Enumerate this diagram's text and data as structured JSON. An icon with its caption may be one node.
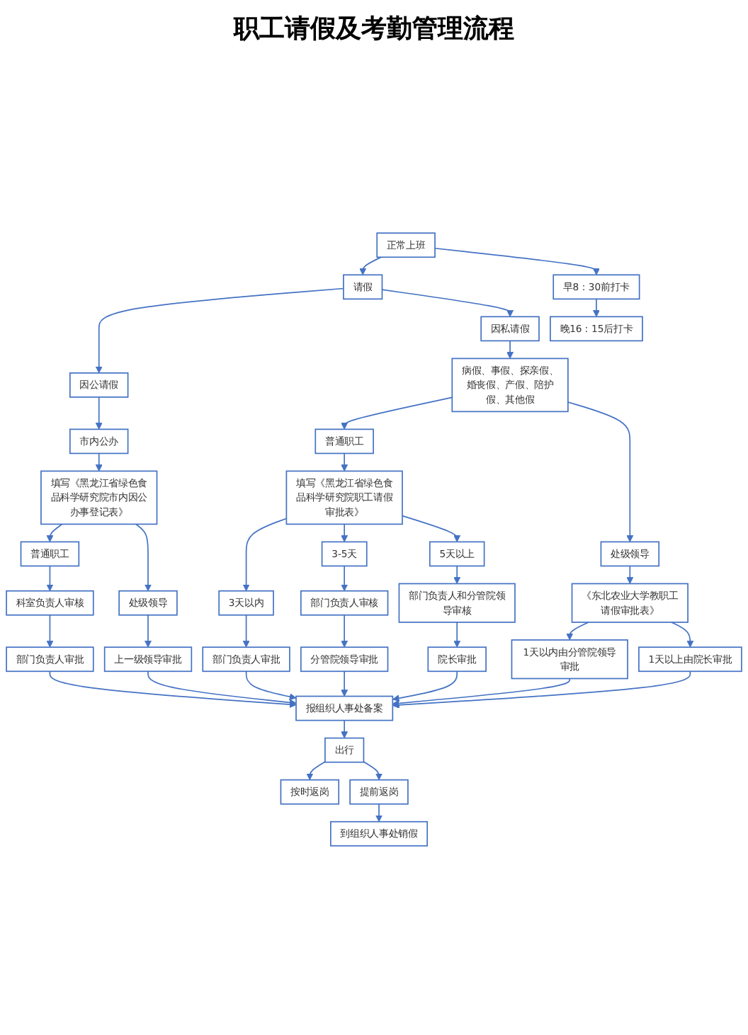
{
  "diagram": {
    "title": "职工请假及考勤管理流程",
    "nodes": [
      {
        "text": [
          "正常上班"
        ]
      },
      {
        "text": [
          "早8：30前打卡"
        ]
      },
      {
        "text": [
          "晚16：15后打卡"
        ]
      },
      {
        "text": [
          "请假"
        ]
      },
      {
        "text": [
          "因公请假"
        ]
      },
      {
        "text": [
          "因私请假"
        ]
      },
      {
        "text": [
          "市内公办"
        ]
      },
      {
        "text": [
          "病假、事假、探亲假、婚丧假、产假、陪护假、其他假"
        ]
      },
      {
        "text": [
          "填写《黑龙江省绿色食品科学研究院市内因公办事登记表》"
        ]
      },
      {
        "text": [
          "普通职工"
        ]
      },
      {
        "text": [
          "处级领导"
        ]
      },
      {
        "text": [
          "填写《黑龙江省绿色食品科学研究院职工请假审批表》"
        ]
      },
      {
        "text": [
          "《东北农业大学教职工请假审批表》"
        ]
      },
      {
        "text": [
          "普通职工"
        ]
      },
      {
        "text": [
          "处级领导"
        ]
      },
      {
        "text": [
          "3天以内"
        ]
      },
      {
        "text": [
          "3-5天"
        ]
      },
      {
        "text": [
          "5天以上"
        ]
      },
      {
        "text": [
          "1天以内由分管院领导审批"
        ]
      },
      {
        "text": [
          "1天以上由院长审批"
        ]
      },
      {
        "text": [
          "科室负责人审核"
        ]
      },
      {
        "text": [
          "上一级领导审批"
        ]
      },
      {
        "text": [
          "部门负责人审批"
        ]
      },
      {
        "text": [
          "部门负责人审核"
        ]
      },
      {
        "text": [
          "部门负责人和分管院领导审核"
        ]
      },
      {
        "text": [
          "报组织人事处备案"
        ]
      },
      {
        "text": [
          "部门负责人审批"
        ]
      },
      {
        "text": [
          "分管院领导审批"
        ]
      },
      {
        "text": [
          "院长审批"
        ]
      },
      {
        "text": [
          "出行"
        ]
      },
      {
        "text": [
          "按时返岗"
        ]
      },
      {
        "text": [
          "提前返岗"
        ]
      },
      {
        "text": [
          "到组织人事处销假"
        ]
      }
    ],
    "edges": [
      {
        "from": 0,
        "to": 3,
        "arrow": "to"
      },
      {
        "from": 0,
        "to": 1,
        "arrow": "to"
      },
      {
        "from": 1,
        "to": 2,
        "arrow": "to"
      },
      {
        "from": 3,
        "to": 4,
        "arrow": "to"
      },
      {
        "from": 3,
        "to": 5,
        "arrow": "to"
      },
      {
        "from": 4,
        "to": 6,
        "arrow": "to"
      },
      {
        "from": 5,
        "to": 7,
        "arrow": "to"
      },
      {
        "from": 6,
        "to": 8,
        "arrow": "to"
      },
      {
        "from": 7,
        "to": 9,
        "arrow": "to"
      },
      {
        "from": 7,
        "to": 10,
        "arrow": "to"
      },
      {
        "from": 8,
        "to": 13,
        "arrow": "to"
      },
      {
        "from": 8,
        "to": 14,
        "arrow": "to"
      },
      {
        "from": 9,
        "to": 11,
        "arrow": "to"
      },
      {
        "from": 10,
        "to": 12,
        "arrow": "to"
      },
      {
        "from": 11,
        "to": 15,
        "arrow": "to"
      },
      {
        "from": 11,
        "to": 16,
        "arrow": "to"
      },
      {
        "from": 11,
        "to": 17,
        "arrow": "to"
      },
      {
        "from": 12,
        "to": 18,
        "arrow": "to"
      },
      {
        "from": 12,
        "to": 19,
        "arrow": "to"
      },
      {
        "from": 13,
        "to": 20,
        "arrow": "to"
      },
      {
        "from": 14,
        "to": 21,
        "arrow": "to"
      },
      {
        "from": 15,
        "to": 22,
        "arrow": "to"
      },
      {
        "from": 16,
        "to": 23,
        "arrow": "to"
      },
      {
        "from": 17,
        "to": 24,
        "arrow": "to"
      },
      {
        "from": 18,
        "to": 25,
        "arrow": "to"
      },
      {
        "from": 19,
        "to": 25,
        "arrow": "to"
      },
      {
        "from": 20,
        "to": 26,
        "arrow": "to"
      },
      {
        "from": 23,
        "to": 27,
        "arrow": "to"
      },
      {
        "from": 24,
        "to": 28,
        "arrow": "to"
      },
      {
        "from": 26,
        "to": 25,
        "arrow": "to"
      },
      {
        "from": 21,
        "to": 25,
        "arrow": "to"
      },
      {
        "from": 22,
        "to": 25,
        "arrow": "to"
      },
      {
        "from": 27,
        "to": 25,
        "arrow": "to"
      },
      {
        "from": 28,
        "to": 25,
        "arrow": "to"
      },
      {
        "from": 25,
        "to": 29,
        "arrow": "to"
      },
      {
        "from": 29,
        "to": 30,
        "arrow": "to"
      },
      {
        "from": 29,
        "to": 31,
        "arrow": "to"
      },
      {
        "from": 31,
        "to": 32,
        "arrow": "to"
      }
    ]
  }
}
